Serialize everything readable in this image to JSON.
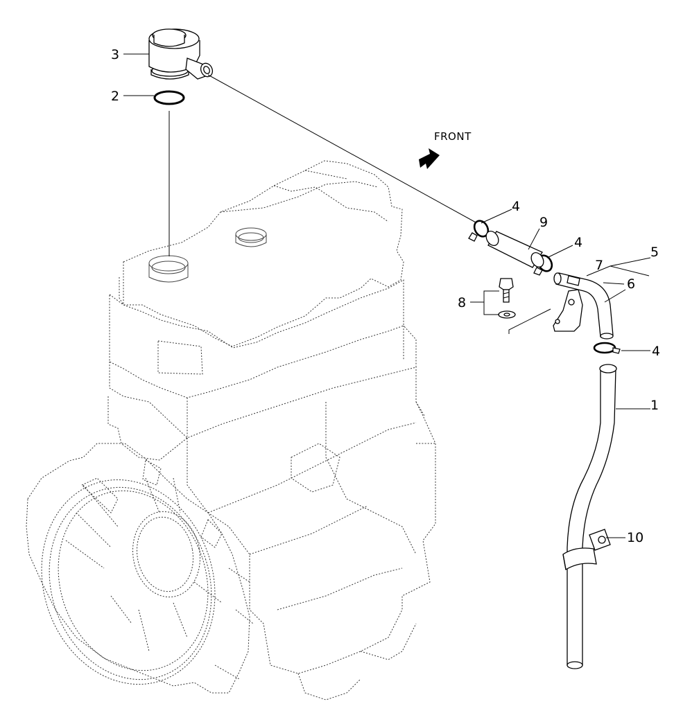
{
  "diagram": {
    "front_label": "FRONT",
    "callouts": {
      "c1": "1",
      "c2": "2",
      "c3": "3",
      "c4a": "4",
      "c4b": "4",
      "c4c": "4",
      "c5": "5",
      "c6": "6",
      "c7": "7",
      "c8": "8",
      "c9": "9",
      "c10": "10"
    }
  }
}
